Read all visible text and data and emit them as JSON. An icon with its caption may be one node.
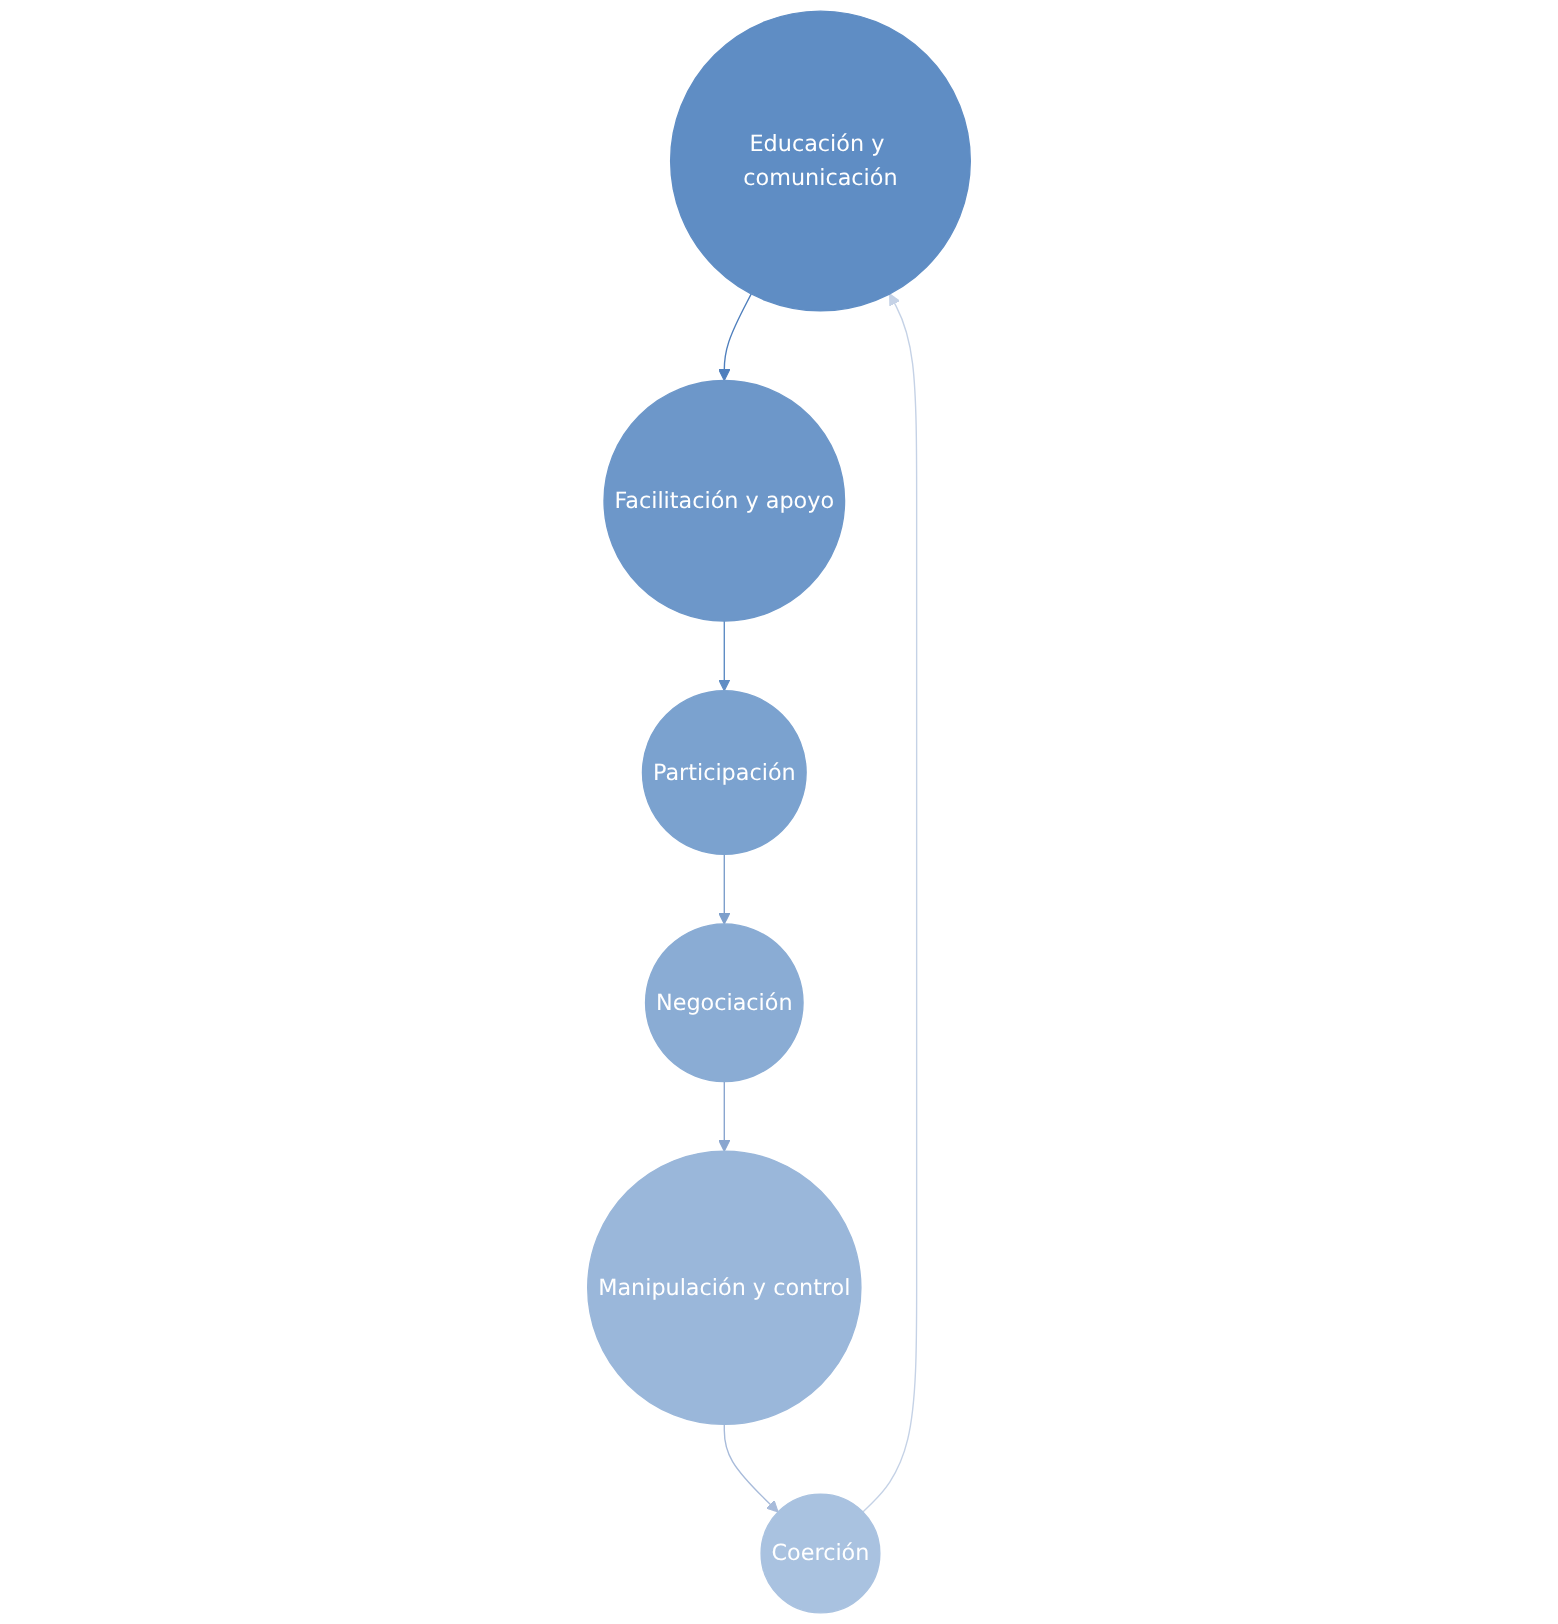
{
  "diagram": {
    "nodes": [
      {
        "text": [
          "Educación y comunicación"
        ]
      },
      {
        "text": [
          "Facilitación y apoyo"
        ]
      },
      {
        "text": [
          "Participación"
        ]
      },
      {
        "text": [
          "Negociación"
        ]
      },
      {
        "text": [
          "Manipulación y control"
        ]
      },
      {
        "text": [
          "Coerción"
        ]
      }
    ],
    "edges": [
      {
        "from": 0,
        "to": 1,
        "arrow": "to",
        "color": "#4f7fbd"
      },
      {
        "from": 1,
        "to": 2,
        "arrow": "to",
        "color": "#5f8dc4"
      },
      {
        "from": 2,
        "to": 3,
        "arrow": "to",
        "color": "#7d9fcb"
      },
      {
        "from": 3,
        "to": 4,
        "arrow": "to",
        "color": "#8aa6cf"
      },
      {
        "from": 4,
        "to": 5,
        "arrow": "to",
        "color": "#a8bbda"
      },
      {
        "from": 5,
        "to": 0,
        "arrow": "to",
        "color": "#c5d2e6"
      }
    ]
  }
}
